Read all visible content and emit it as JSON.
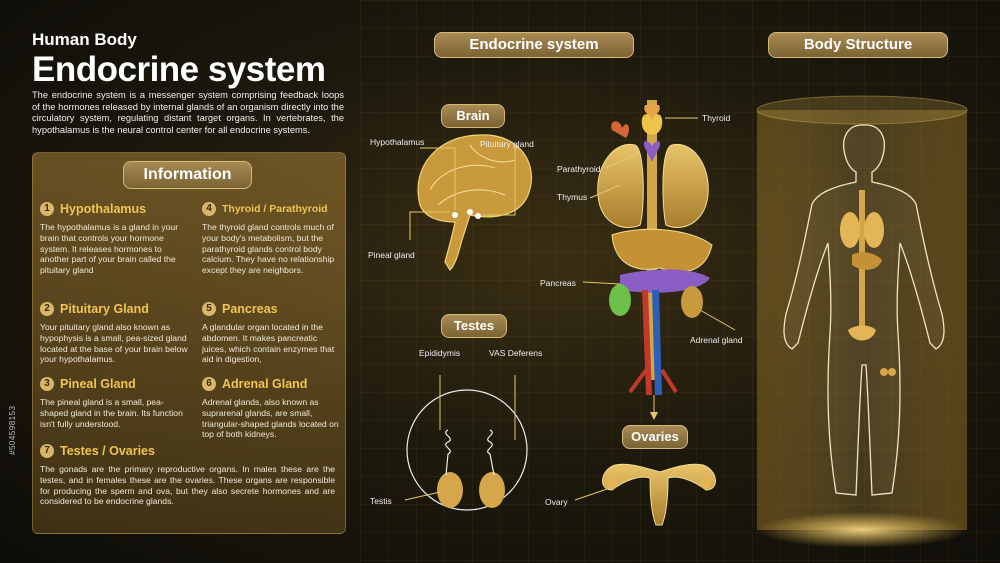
{
  "header": {
    "subtitle": "Human Body",
    "title": "Endocrine system",
    "intro": "The endocrine system is a messenger system comprising feedback loops of the hormones released by internal glands of an organism directly into the circulatory system, regulating distant target organs. In vertebrates, the hypothalamus is the neural control center for all endocrine systems."
  },
  "info": {
    "heading": "Information",
    "items": [
      {
        "num": "1",
        "name": "Hypothalamus",
        "desc": "The hypothalamus is a gland in your brain that controls your hormone system. It releases hormones to another part of your brain called the pituitary gland"
      },
      {
        "num": "2",
        "name": "Pituitary Gland",
        "desc": "Your pituitary gland also known as hypophysis is a small, pea-sized gland located at the base of your brain below your hypothalamus."
      },
      {
        "num": "3",
        "name": "Pineal Gland",
        "desc": "The pineal gland is a small, pea-shaped gland in the brain. Its function isn't fully understood."
      },
      {
        "num": "4",
        "name": "Thyroid / Parathyroid",
        "desc": "The thyroid gland controls much of your body's metabolism, but the parathyroid glands control body calcium. They have no relationship except they are neighbors."
      },
      {
        "num": "5",
        "name": "Pancreas",
        "desc": "A glandular organ located in the abdomen. It makes pancreatic juices, which contain enzymes that aid in digestion,"
      },
      {
        "num": "6",
        "name": "Adrenal Gland",
        "desc": "Adrenal glands, also known as suprarenal glands, are small, triangular-shaped glands located on top of both kidneys."
      },
      {
        "num": "7",
        "name": "Testes / Ovaries",
        "desc": "The gonads are the primary reproductive organs. In males these are the testes, and in females these are the ovaries. These organs are responsible for producing the sperm and ova, but they also secrete hormones and are considered to be endocrine glands."
      }
    ]
  },
  "sections": {
    "endocrine": "Endocrine system",
    "body": "Body Structure",
    "brain": "Brain",
    "testes": "Testes",
    "ovaries": "Ovaries"
  },
  "labels": {
    "hypothalamus": "Hypothalamus",
    "pituitary": "Pituitary gland",
    "pineal": "Pineal gland",
    "thyroid": "Thyroid",
    "parathyroid": "Parathyroid",
    "thymus": "Thymus",
    "pancreas": "Pancreas",
    "adrenal": "Adrenal gland",
    "epididymis": "Epididymis",
    "vas": "VAS Deferens",
    "testis": "Testis",
    "ovary": "Ovary"
  },
  "watermark": "#504598153",
  "colors": {
    "accent": "#f1c453",
    "gold": "#c9a24c"
  }
}
